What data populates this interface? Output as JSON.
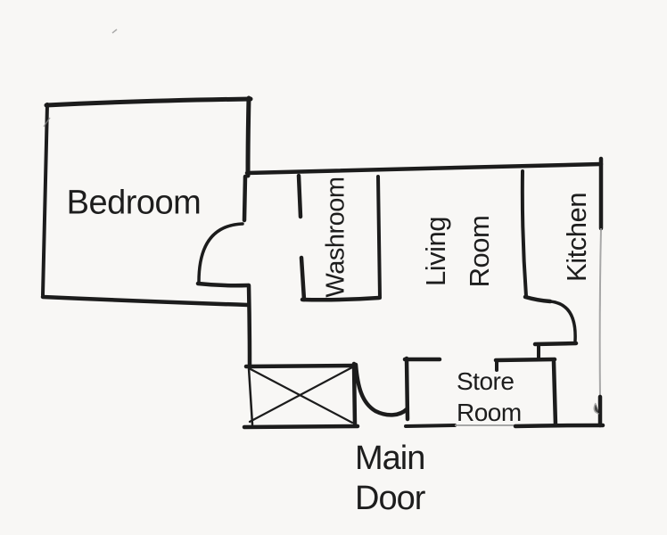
{
  "colors": {
    "wall": "#1c1c1c",
    "faint": "#9a9a9a",
    "background": "#f8f7f5",
    "text": "#1d1d1d"
  },
  "floor_plan": {
    "rooms": {
      "bedroom": {
        "label": "Bedroom"
      },
      "washroom": {
        "label": "Washroom"
      },
      "living_room": {
        "line1": "Living",
        "line2": "Room"
      },
      "kitchen": {
        "label": "Kitchen"
      },
      "store_room": {
        "line1": "Store",
        "line2": "Room"
      }
    },
    "entrance": {
      "line1": "Main",
      "line2": "Door"
    },
    "symbols": {
      "entry_mat": "crossed-box",
      "door_swings": "quarter-arc"
    }
  }
}
